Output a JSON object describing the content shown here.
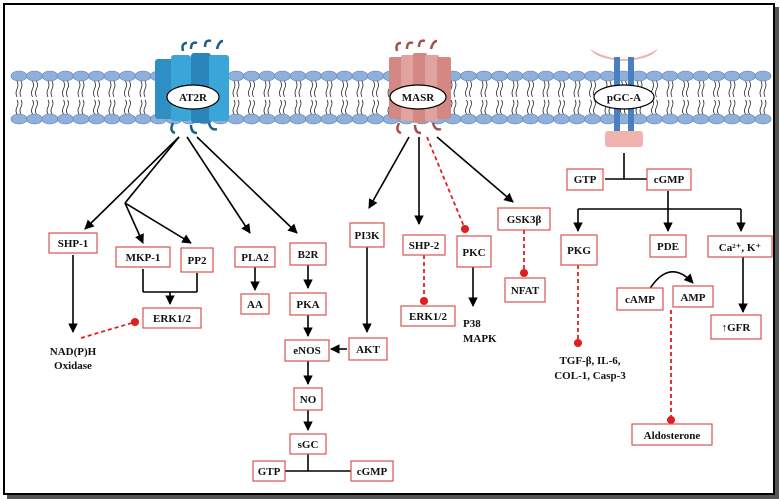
{
  "receptors": {
    "at2r": "AT2R",
    "masr": "MASR",
    "pgca": "pGC-A"
  },
  "nodes": {
    "shp1": "SHP-1",
    "mkp1": "MKP-1",
    "pp2": "PP2",
    "erk_left": "ERK1/2",
    "nadph_line1": "NAD(P)H",
    "nadph_line2": "Oxidase",
    "pla2": "PLA2",
    "aa": "AA",
    "b2r": "B2R",
    "pka": "PKA",
    "enos": "eNOS",
    "no": "NO",
    "sgc": "sGC",
    "gtp_bottom": "GTP",
    "cgmp_bottom": "cGMP",
    "pi3k": "PI3K",
    "akt": "AKT",
    "shp2": "SHP-2",
    "erk_mid": "ERK1/2",
    "pkc": "PKC",
    "p38_line1": "P38",
    "p38_line2": "MAPK",
    "gsk3b": "GSK3β",
    "nfat": "NFAT",
    "gtp_right": "GTP",
    "cgmp_right": "cGMP",
    "pkg": "PKG",
    "pde": "PDE",
    "camp": "cAMP",
    "amp": "AMP",
    "ca_k": "Ca²⁺, K⁺",
    "gfr": "↑GFR",
    "tgf_line1": "TGF-β, IL-6,",
    "tgf_line2": "COL-1, Casp-3",
    "aldosterone": "Aldosterone"
  },
  "colors": {
    "membrane_head": "#8fb0d8",
    "at2r": "#3aa6d8",
    "masr": "#e0a3a0",
    "pgca": "#f0b3b0",
    "box_border": "#d9534f",
    "inhibit": "#e02020"
  }
}
